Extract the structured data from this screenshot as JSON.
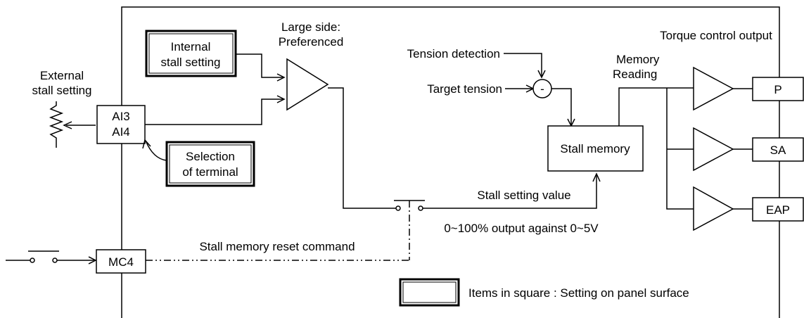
{
  "labels": {
    "large_side_1": "Large side:",
    "large_side_2": "Preferenced",
    "torque_output": "Torque control output",
    "tension_detection": "Tension detection",
    "target_tension": "Target tension",
    "memory_reading_1": "Memory",
    "memory_reading_2": "Reading",
    "external_stall_1": "External",
    "external_stall_2": "stall setting",
    "stall_setting_value": "Stall setting value",
    "output_range": "0~100% output against 0~5V",
    "reset_command": "Stall memory reset command",
    "legend": "Items in square : Setting on panel surface",
    "minus_sign": "-"
  },
  "boxes": {
    "internal_stall_1": "Internal",
    "internal_stall_2": "stall setting",
    "ai3": "AI3",
    "ai4": "AI4",
    "selection_1": "Selection",
    "selection_2": "of terminal",
    "stall_memory": "Stall memory",
    "mc4": "MC4",
    "out_p": "P",
    "out_sa": "SA",
    "out_eap": "EAP"
  }
}
